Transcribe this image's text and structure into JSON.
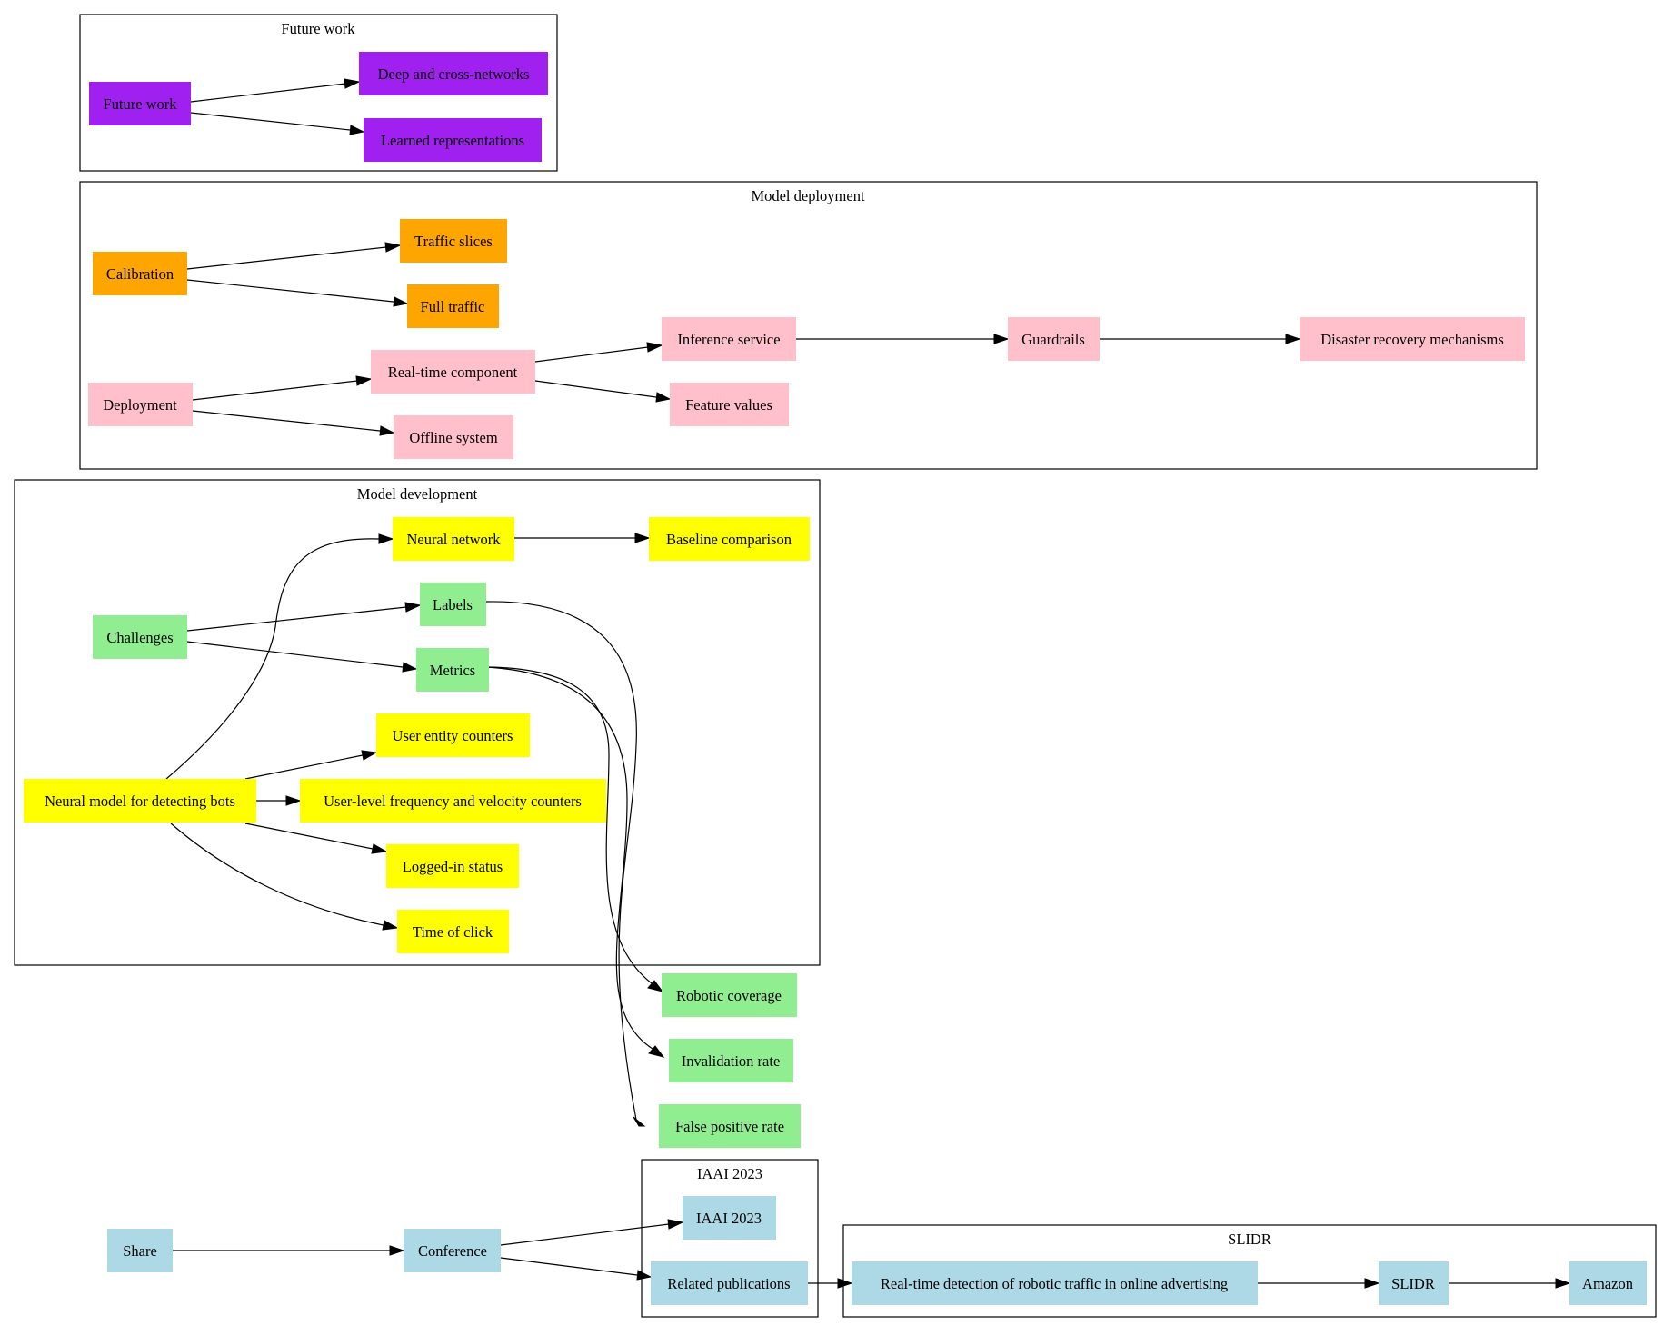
{
  "colors": {
    "future": "#a020f0",
    "calibration": "#ffa500",
    "deployment": "#ffc0cb",
    "challenges": "#90ee90",
    "neural": "#ffff00",
    "share": "#add8e6"
  },
  "clusters": {
    "future_work": "Future work",
    "model_deployment": "Model deployment",
    "model_development": "Model development",
    "iaai": "IAAI 2023",
    "slidr": "SLIDR"
  },
  "nodes": {
    "future_work": "Future work",
    "deep_cross": "Deep and cross-networks",
    "learned_repr": "Learned representations",
    "calibration": "Calibration",
    "traffic_slices": "Traffic slices",
    "full_traffic": "Full traffic",
    "deployment": "Deployment",
    "realtime_component": "Real-time component",
    "offline_system": "Offline system",
    "inference_service": "Inference service",
    "feature_values": "Feature values",
    "guardrails": "Guardrails",
    "disaster_recovery": "Disaster recovery mechanisms",
    "neural_network": "Neural network",
    "baseline_comparison": "Baseline comparison",
    "challenges": "Challenges",
    "labels": "Labels",
    "metrics": "Metrics",
    "neural_model": "Neural model for detecting bots",
    "user_entity_counters": "User entity counters",
    "user_level_counters": "User-level frequency and velocity counters",
    "logged_in_status": "Logged-in status",
    "time_of_click": "Time of click",
    "robotic_coverage": "Robotic coverage",
    "invalidation_rate": "Invalidation rate",
    "false_positive_rate": "False positive rate",
    "share": "Share",
    "conference": "Conference",
    "iaai_node": "IAAI 2023",
    "related_publications": "Related publications",
    "realtime_detection": "Real-time detection of robotic traffic in online advertising",
    "slidr_node": "SLIDR",
    "amazon": "Amazon"
  }
}
